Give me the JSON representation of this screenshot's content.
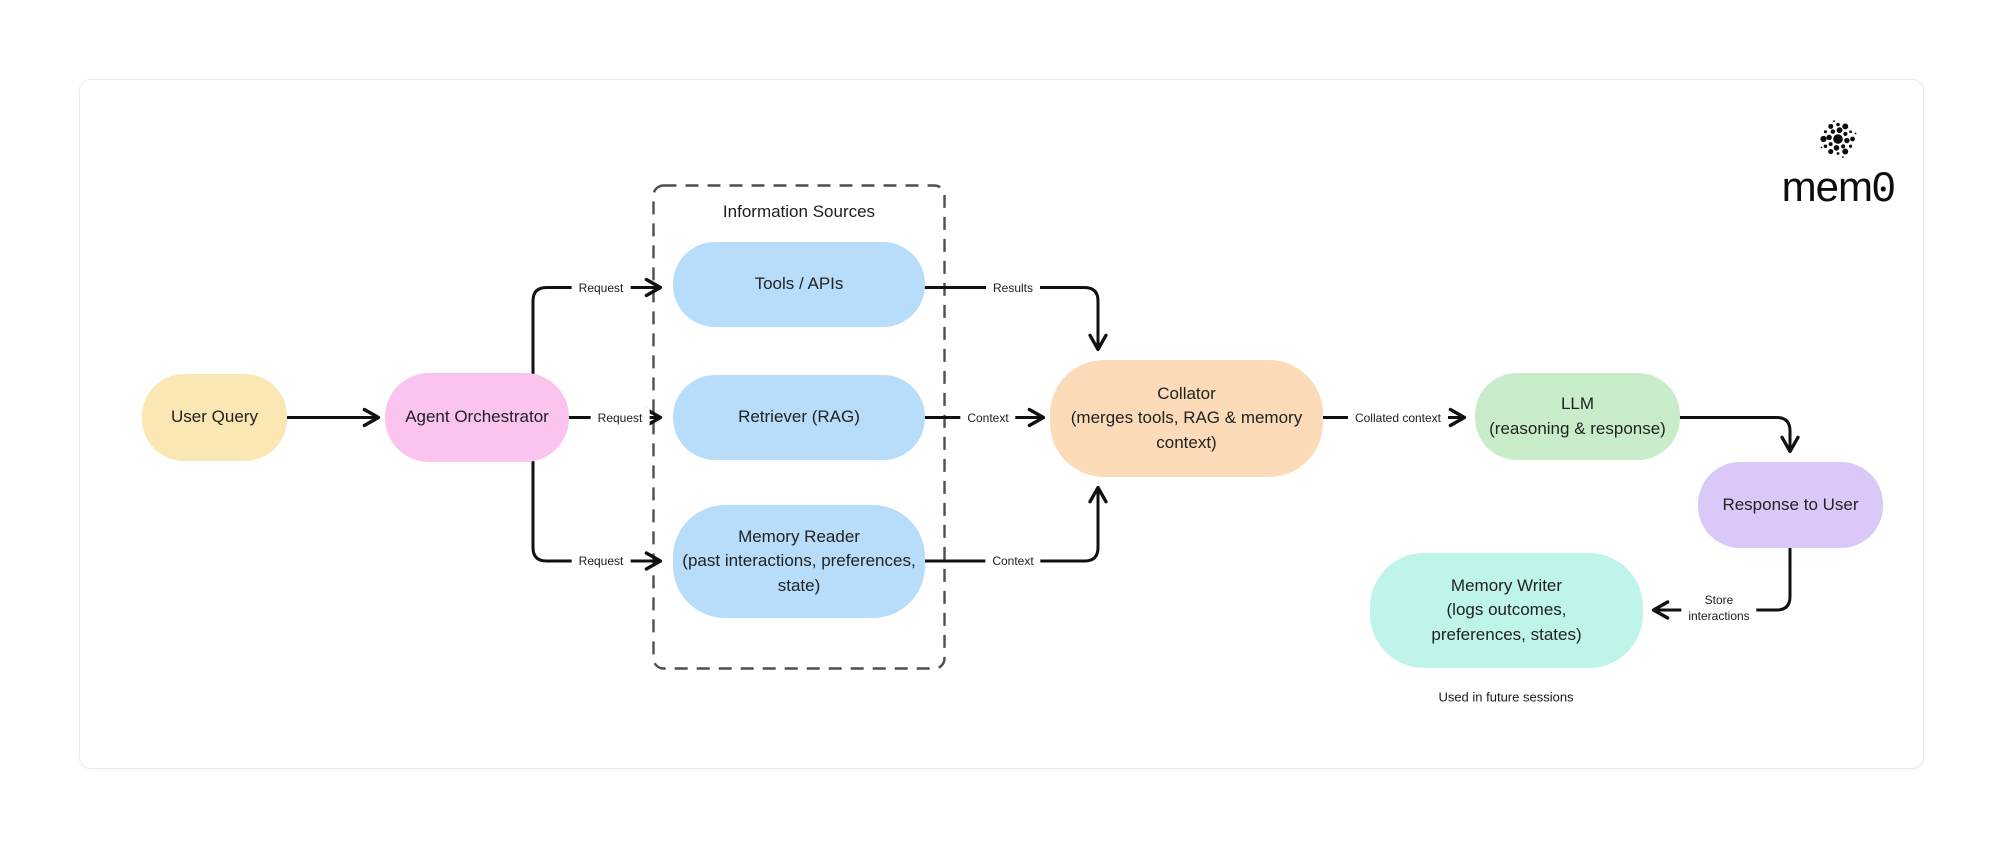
{
  "logo": {
    "wordmark_prefix": "mem",
    "wordmark_zero": "0"
  },
  "diagram": {
    "group_box": {
      "title": "Information Sources"
    },
    "nodes": {
      "user_query": {
        "label": "User Query",
        "color": "#FBE7B3"
      },
      "agent_orchestrator": {
        "label": "Agent Orchestrator",
        "color": "#FAC4EE"
      },
      "tools_apis": {
        "label": "Tools / APIs",
        "color": "#B7DDFA"
      },
      "retriever": {
        "label": "Retriever (RAG)",
        "color": "#B7DDFA"
      },
      "memory_reader": {
        "label": "Memory Reader\n(past interactions, preferences,\nstate)",
        "color": "#B7DDFA"
      },
      "collator": {
        "label": "Collator\n(merges tools, RAG & memory\ncontext)",
        "color": "#FBDBB8"
      },
      "llm": {
        "label": "LLM\n(reasoning & response)",
        "color": "#C9EDCB"
      },
      "response_to_user": {
        "label": "Response to User",
        "color": "#D9C8F8"
      },
      "memory_writer": {
        "label": "Memory Writer\n(logs outcomes,\npreferences, states)",
        "color": "#BFF4EB"
      }
    },
    "edge_labels": {
      "request_tools": "Request",
      "request_retriever": "Request",
      "request_memory": "Request",
      "results": "Results",
      "context_retriever": "Context",
      "context_memory": "Context",
      "collated_context": "Collated context",
      "store_interactions": "Store\ninteractions"
    },
    "footnote": "Used in future sessions",
    "line_color": "#111111",
    "dashed_box_color": "#4f4f4f"
  }
}
